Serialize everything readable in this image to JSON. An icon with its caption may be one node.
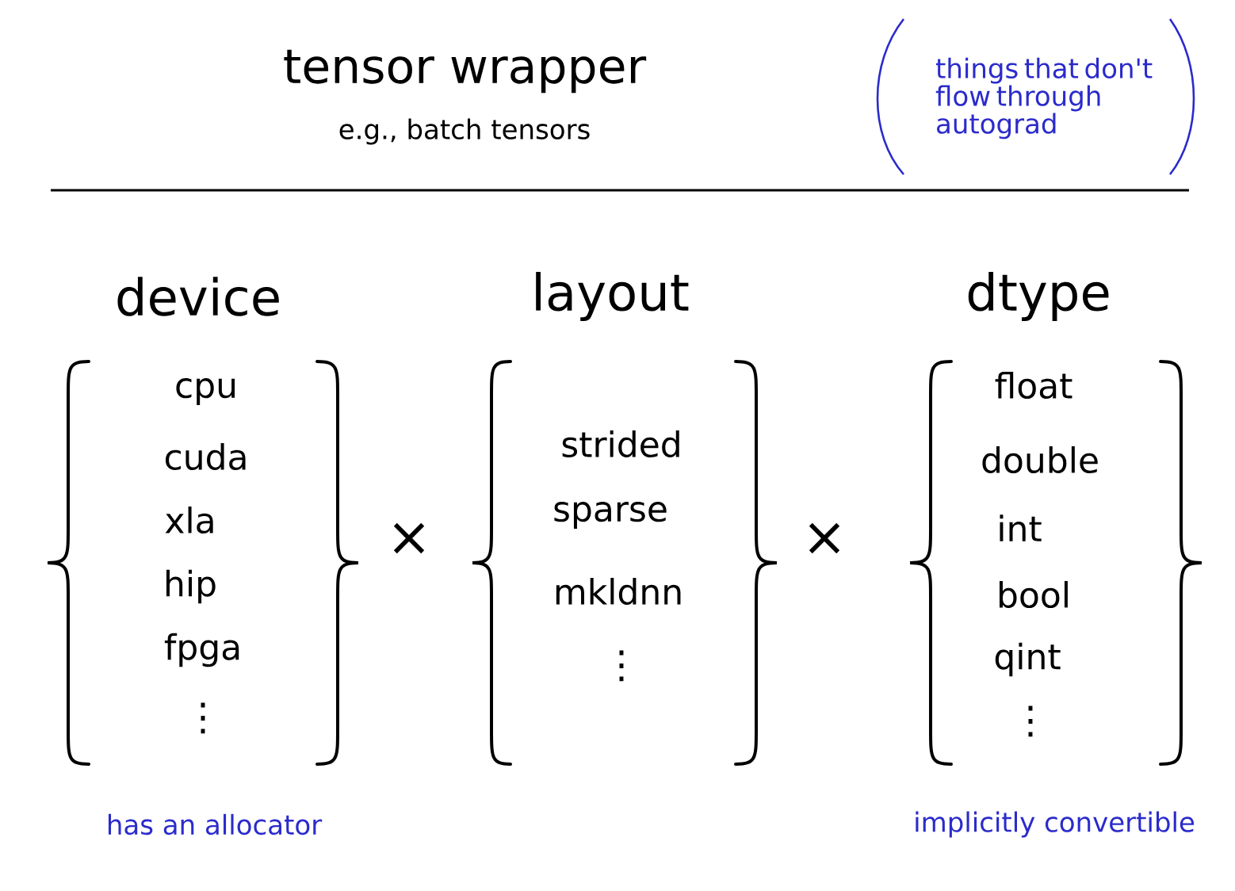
{
  "diagram": {
    "title": "tensor wrapper",
    "labels": [
      "e.g., batch tensors",
      "things that don't flow through autograd",
      "device",
      "layout",
      "dtype",
      "cpu",
      "cuda",
      "xla",
      "hip",
      "fpga",
      "⋮",
      "×",
      "strided",
      "sparse",
      "mkldnn",
      "⋮",
      "×",
      "float",
      "double",
      "int",
      "bool",
      "qint",
      "⋮",
      "has an allocator",
      "implicitly convertible"
    ]
  }
}
